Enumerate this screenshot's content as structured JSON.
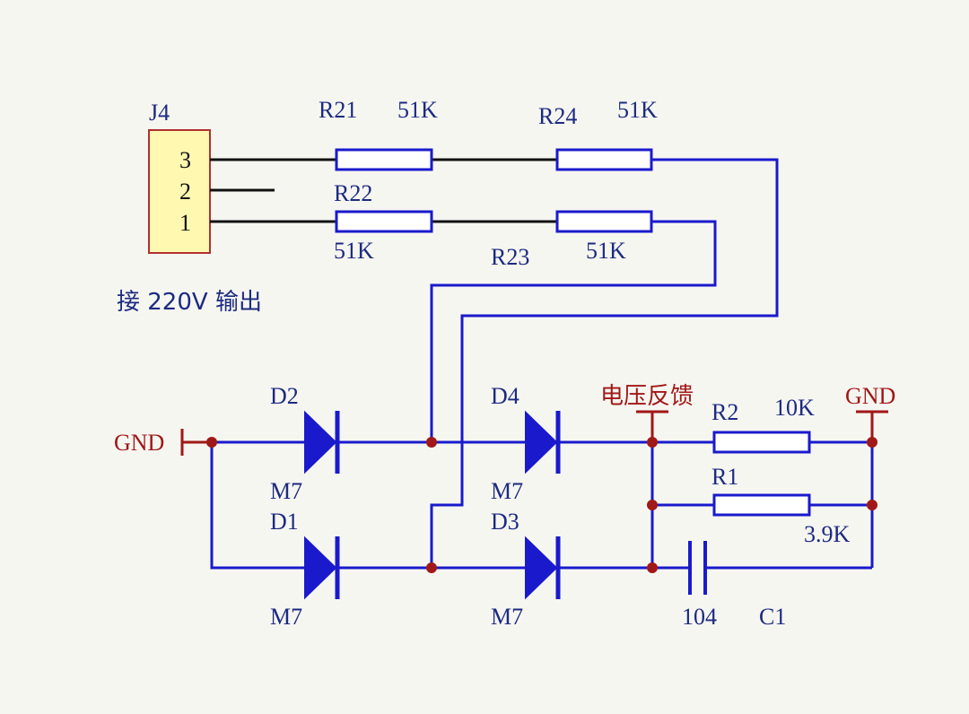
{
  "connector": {
    "ref": "J4",
    "pins": [
      "3",
      "2",
      "1"
    ],
    "note": "接 220V 输出"
  },
  "resistors": {
    "r21": {
      "ref": "R21",
      "value": "51K"
    },
    "r24": {
      "ref": "R24",
      "value": "51K"
    },
    "r22": {
      "ref": "R22",
      "value": "51K"
    },
    "r23": {
      "ref": "R23",
      "value": "51K"
    },
    "r2": {
      "ref": "R2",
      "value": "10K"
    },
    "r1": {
      "ref": "R1",
      "value": "3.9K"
    }
  },
  "diodes": {
    "d2": {
      "ref": "D2",
      "part": "M7"
    },
    "d1": {
      "ref": "D1",
      "part": "M7"
    },
    "d4": {
      "ref": "D4",
      "part": "M7"
    },
    "d3": {
      "ref": "D3",
      "part": "M7"
    }
  },
  "capacitor": {
    "ref": "C1",
    "value": "104"
  },
  "nets": {
    "gnd_left": "GND",
    "gnd_right": "GND",
    "feedback": "电压反馈"
  },
  "colors": {
    "wire": "#1a1acc",
    "connector_wire": "#111111",
    "power_symbol": "#a01818",
    "connector_fill": "#fff8b0"
  }
}
